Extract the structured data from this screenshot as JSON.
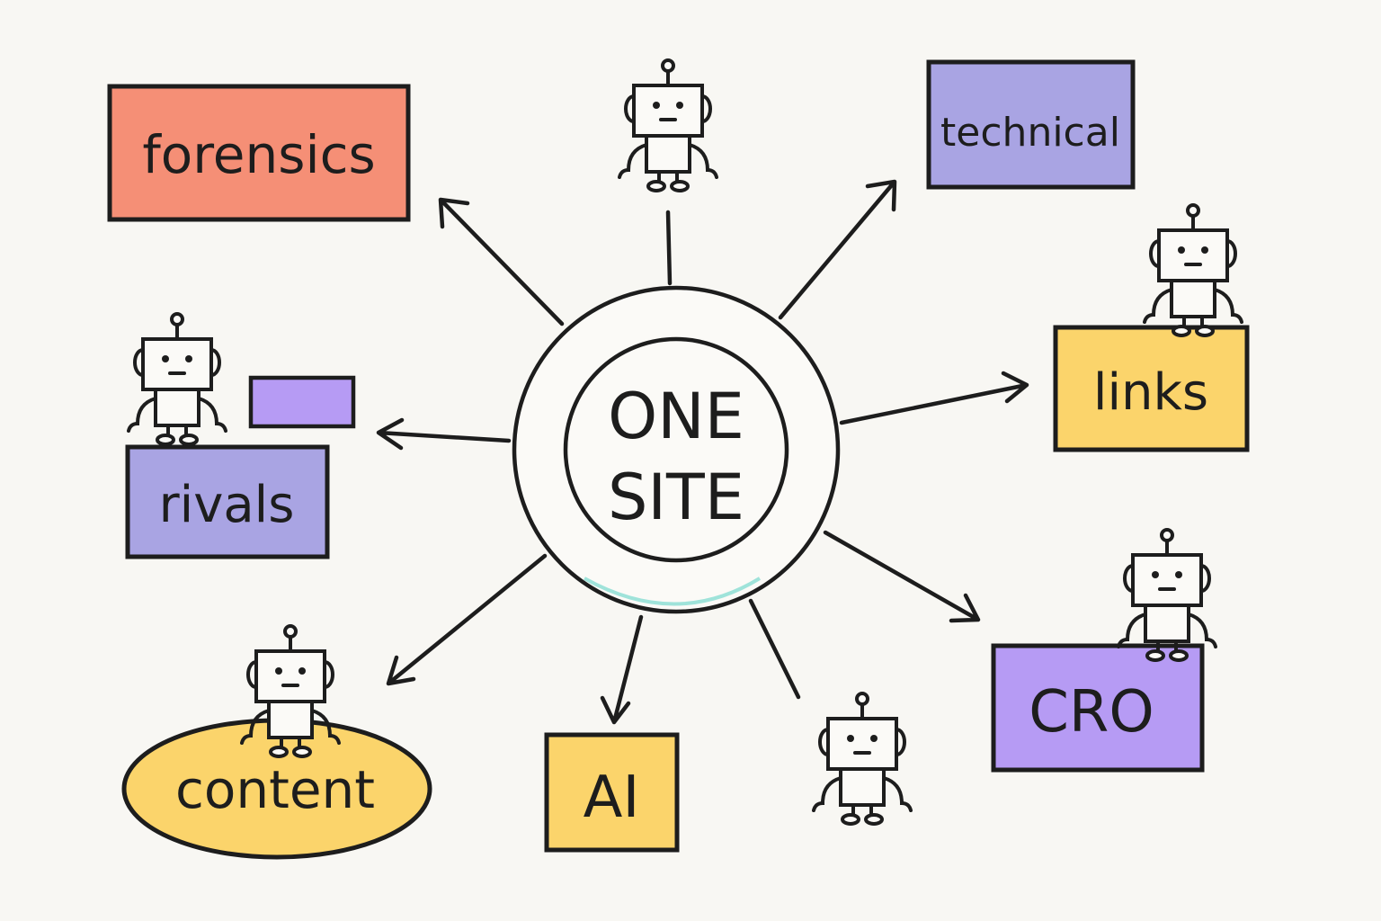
{
  "center": {
    "line1": "ONE",
    "line2": "SITE"
  },
  "nodes": {
    "forensics": {
      "label": "forensics",
      "color": "#f58f76"
    },
    "technical": {
      "label": "technical",
      "color": "#a9a4e3"
    },
    "links": {
      "label": "links",
      "color": "#fbd46b"
    },
    "cro": {
      "label": "CRO",
      "color": "#b69bf4"
    },
    "ai": {
      "label": "AI",
      "color": "#fbd46b"
    },
    "content": {
      "label": "content",
      "color": "#fbd46b"
    },
    "rivals": {
      "label": "rivals",
      "color": "#a9a4e3"
    },
    "rivals_tag": {
      "color": "#b69bf4"
    }
  },
  "colors": {
    "ink": "#1d1d1d",
    "background": "#f8f7f3",
    "robot_fill": "#fbfaf7"
  },
  "icons": [
    "robot-icon"
  ]
}
